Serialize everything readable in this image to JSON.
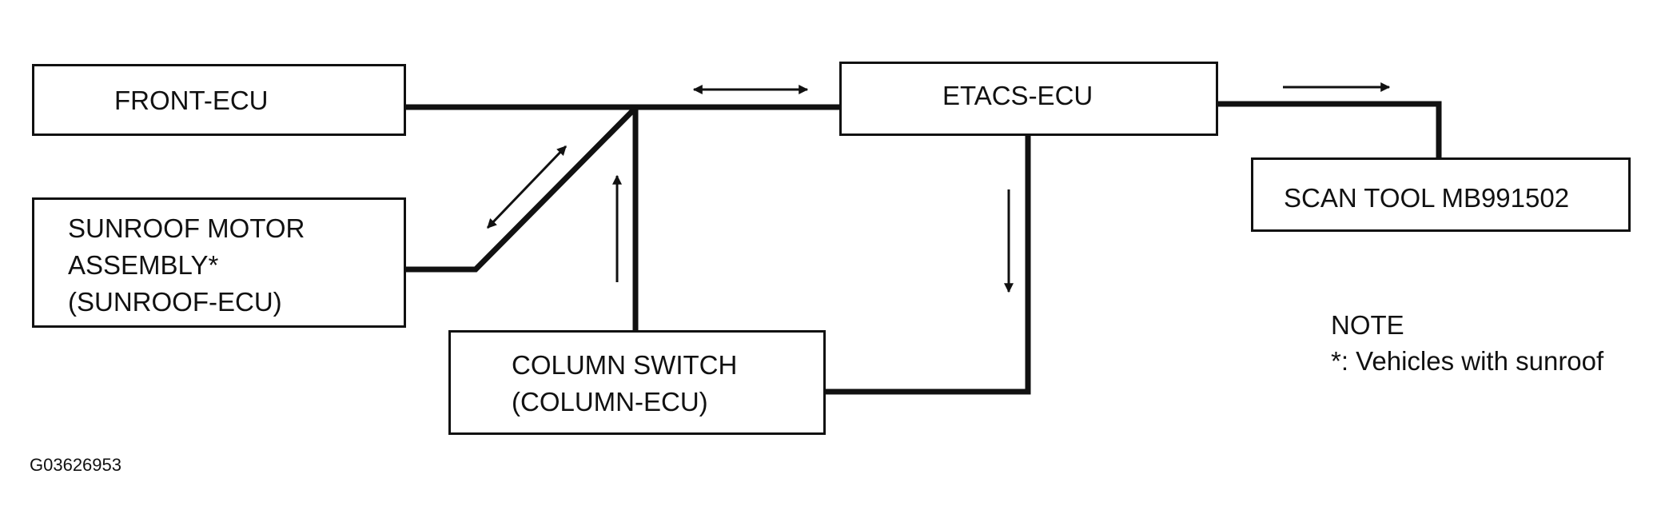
{
  "nodes": {
    "front_ecu": {
      "label": "FRONT-ECU"
    },
    "etacs_ecu": {
      "label": "ETACS-ECU"
    },
    "scan_tool": {
      "label": "SCAN TOOL MB991502"
    },
    "sunroof": {
      "line1": "SUNROOF MOTOR",
      "line2": "ASSEMBLY*",
      "line3": "(SUNROOF-ECU)"
    },
    "column_switch": {
      "line1": "COLUMN SWITCH",
      "line2": "(COLUMN-ECU)"
    }
  },
  "note": {
    "title": "NOTE",
    "text": "*: Vehicles with sunroof"
  },
  "figure_code": "G03626953"
}
